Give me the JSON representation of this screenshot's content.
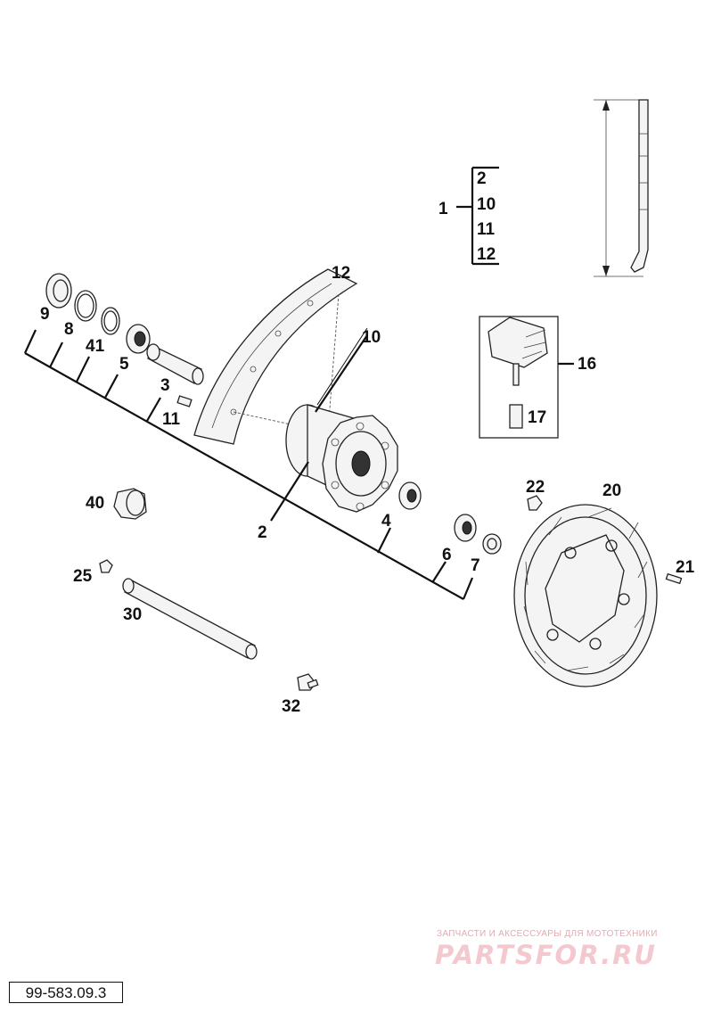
{
  "drawing_code": "99-583.09.3",
  "watermark": {
    "caption": "ЗАПЧАСТИ И АКСЕССУАРЫ ДЛЯ МОТОТЕХНИКИ",
    "logo": "PARTSFOR.RU"
  },
  "callouts": {
    "c1": "1",
    "c2": "2",
    "c3": "3",
    "c4": "4",
    "c5": "5",
    "c6": "6",
    "c7": "7",
    "c8": "8",
    "c9": "9",
    "c10": "10",
    "c11": "11",
    "c12": "12",
    "c16": "16",
    "c17": "17",
    "c20": "20",
    "c21": "21",
    "c22": "22",
    "c25": "25",
    "c30": "30",
    "c32": "32",
    "c40": "40",
    "c41": "41"
  },
  "kit_group": {
    "label": "1",
    "items": [
      "2",
      "10",
      "11",
      "12"
    ]
  }
}
